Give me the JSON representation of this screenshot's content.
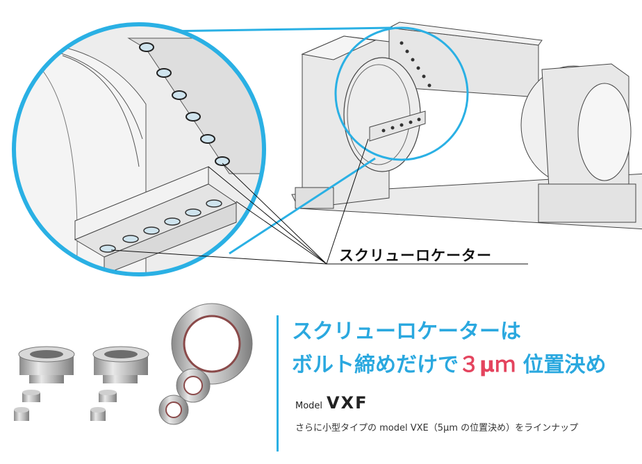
{
  "callout": {
    "label": "スクリューロケーター"
  },
  "headline": {
    "line1": "スクリューロケーターは",
    "line2_prefix": "ボルト締めだけで",
    "line2_precision": "３μｍ",
    "line2_suffix": " 位置決め"
  },
  "model": {
    "prefix": "Model",
    "name": "VXF"
  },
  "note": {
    "text": "さらに小型タイプの model VXE（5μm の位置決め）をラインナップ"
  },
  "colors": {
    "accent_blue": "#2ab0e4",
    "headline_blue": "#2aa8df",
    "highlight_red": "#e4445e"
  }
}
